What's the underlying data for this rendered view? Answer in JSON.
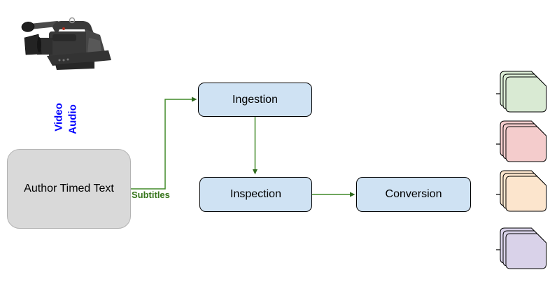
{
  "diagram": {
    "background": "#ffffff",
    "camera_image": {
      "name": "professional-camcorder-photo"
    },
    "inputs": {
      "video_label": "Video",
      "audio_label": "Audio",
      "label_color": "#0000ff"
    },
    "author_box": {
      "label": "Author Timed Text",
      "fill": "#d9d9d9",
      "text_color": "#000000"
    },
    "edge_label": {
      "text": "Subtitles",
      "color": "#38761d"
    },
    "process": {
      "fill": "#cfe2f3",
      "border_color": "#000000",
      "boxes": [
        {
          "label": "Ingestion"
        },
        {
          "label": "Inspection"
        },
        {
          "label": "Conversion"
        }
      ]
    },
    "connector_color": "#418a28",
    "edges": [
      {
        "from": "author-timed-text",
        "to": "ingestion",
        "label": "Subtitles",
        "color": "#418a28"
      },
      {
        "from": "ingestion",
        "to": "inspection",
        "label": "",
        "color": "#418a28"
      },
      {
        "from": "inspection",
        "to": "conversion",
        "label": "",
        "color": "#418a28"
      },
      {
        "from": "conversion",
        "to": "output-stacks",
        "label": "",
        "color": "#000000"
      }
    ],
    "outputs": {
      "border_color": "#000000",
      "stacks": [
        {
          "name": "output-stack-green",
          "fill": "#d9ead3"
        },
        {
          "name": "output-stack-pink",
          "fill": "#f4cccc"
        },
        {
          "name": "output-stack-orange",
          "fill": "#fce5cd"
        },
        {
          "name": "output-stack-purple",
          "fill": "#d9d2e9"
        }
      ]
    }
  }
}
